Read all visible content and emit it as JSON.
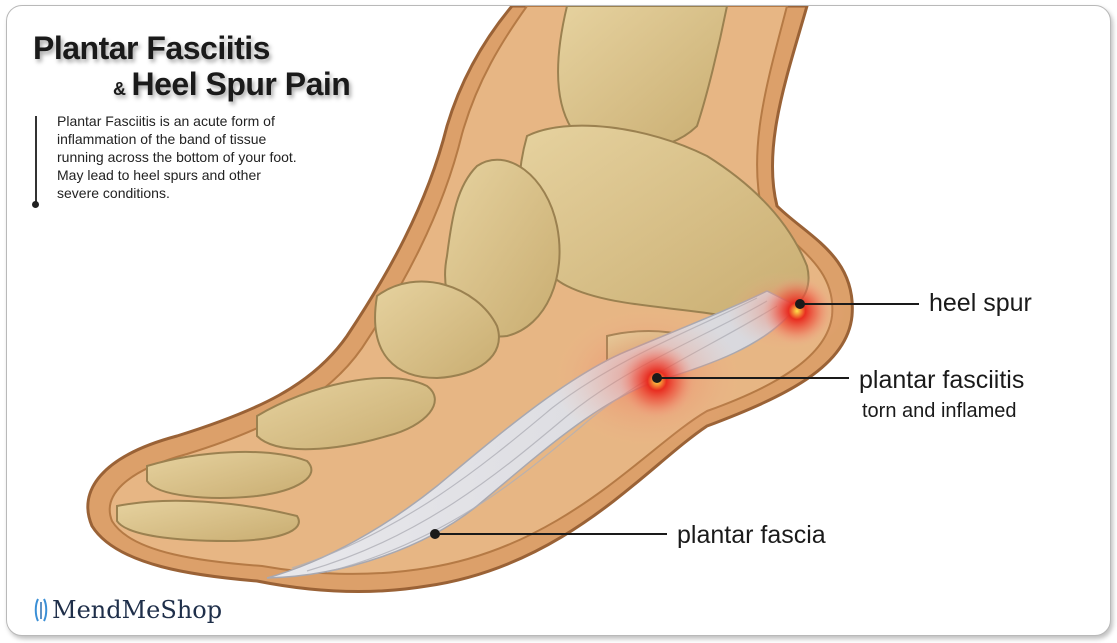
{
  "title": {
    "line1": "Plantar Fasciitis",
    "amp": "&",
    "line2": "Heel Spur Pain"
  },
  "description": "Plantar Fasciitis is an acute form of inflammation of the band of tissue running across the bottom of your foot. May lead to heel spurs and other severe conditions.",
  "labels": {
    "heel_spur": "heel spur",
    "plantar_fasciitis": "plantar fasciitis",
    "plantar_fasciitis_sub": "torn and inflamed",
    "plantar_fascia": "plantar fascia"
  },
  "brand": {
    "name": "MendMeShop",
    "logo_icon": "person-figure-icon"
  },
  "colors": {
    "skin": "#e0a873",
    "skin_dark": "#a96a3c",
    "bone": "#d9c38f",
    "fascia": "#e9e9ec",
    "inflammation": "#e02a1f",
    "brand": "#3a8fd6"
  }
}
